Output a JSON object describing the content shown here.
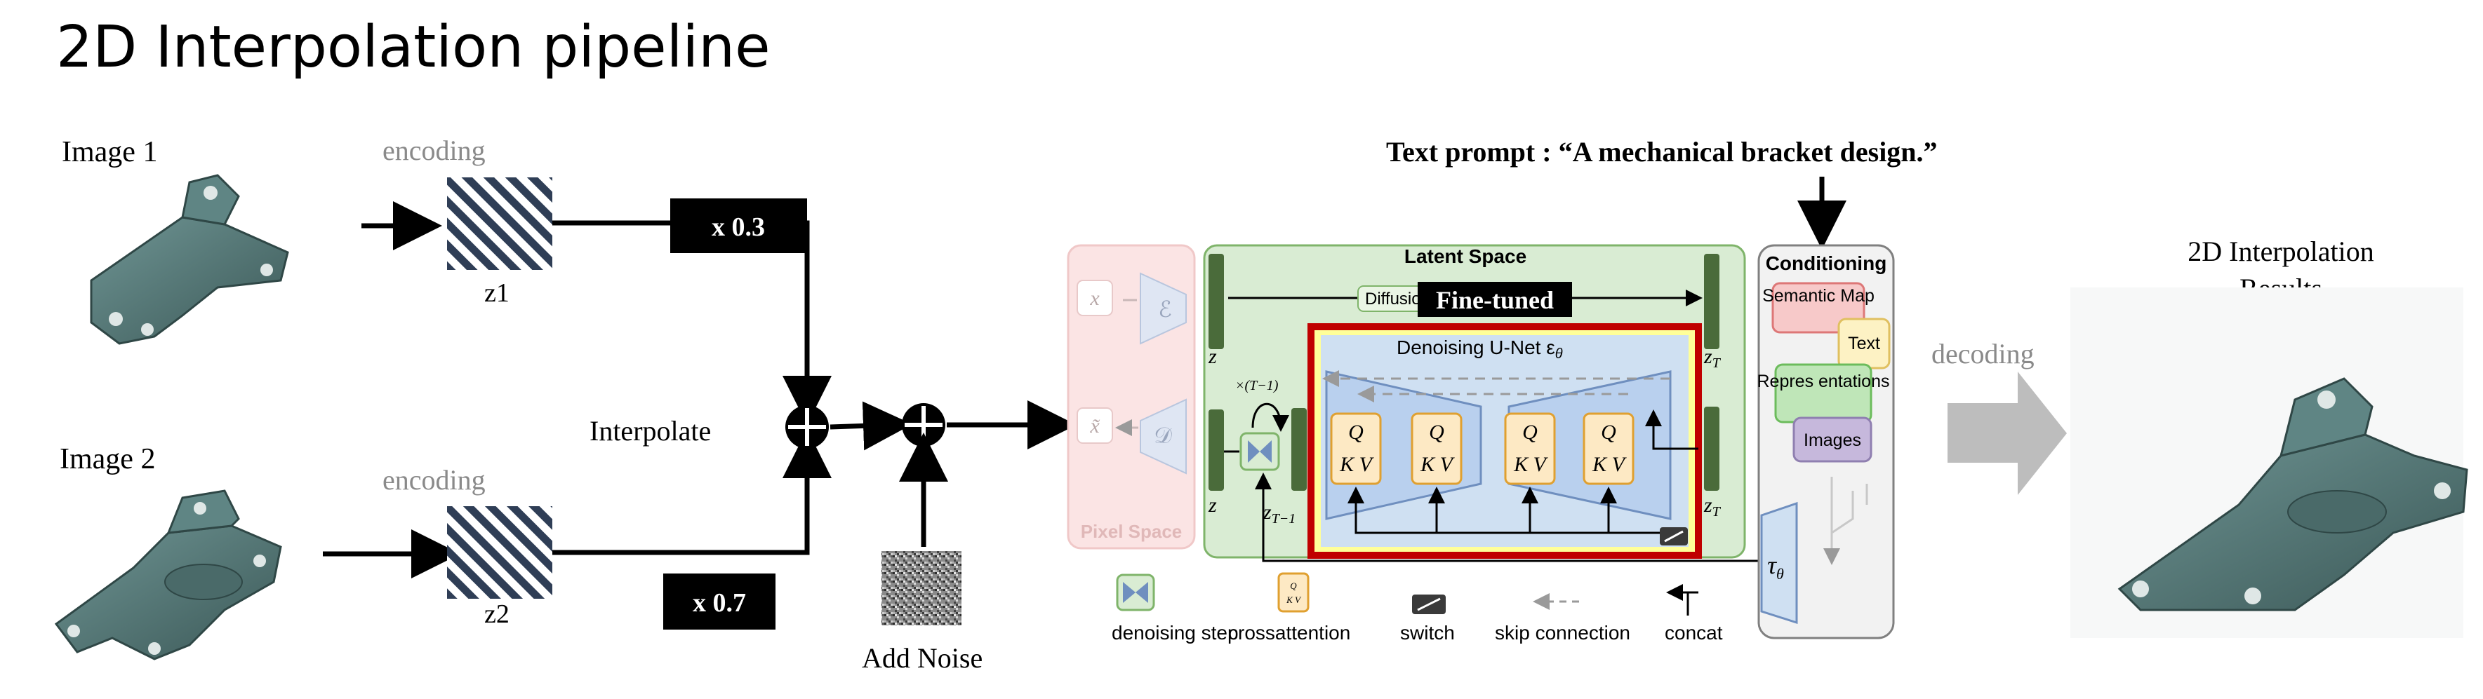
{
  "title": "2D Interpolation pipeline",
  "inputs": {
    "image1_label": "Image 1",
    "image2_label": "Image 2",
    "encoding1": "encoding",
    "encoding2": "encoding",
    "z1": "z1",
    "z2": "z2",
    "weight1": "x 0.3",
    "weight2": "x 0.7",
    "interpolate": "Interpolate",
    "add_noise": "Add Noise"
  },
  "ldm": {
    "text_prompt": "Text prompt : “A mechanical bracket design.”",
    "latent_space": "Latent Space",
    "pixel_space": "Pixel Space",
    "conditioning": "Conditioning",
    "fine_tuned": "Fine-tuned",
    "diffusion_process": "Diffusion Process",
    "unet_label": "Denoising U-Net ε",
    "unet_sub": "θ",
    "x": "x",
    "x_tilde": "x̃",
    "enc_E": "ℰ",
    "dec_D": "𝒟",
    "z": "z",
    "z_T": "z",
    "z_T_sub": "T",
    "z_T1": "z",
    "z_T1_sub": "T−1",
    "times": "×(T−1)",
    "tau": "τ",
    "tau_sub": "θ",
    "q": "Q",
    "kv": "K V",
    "cond_items": [
      "Semantic Map",
      "Text",
      "Repres entations",
      "Images"
    ],
    "legend": [
      "denoising step",
      "crossattention",
      "switch",
      "skip connection",
      "concat"
    ]
  },
  "output": {
    "decoding": "decoding",
    "results_line1": "2D Interpolation",
    "results_line2": "Results"
  },
  "colors": {
    "latent_fill": "#d9ecd3",
    "latent_stroke": "#7fb46a",
    "pixel_fill": "#fbe4e4",
    "unet_fill": "#c9dcf2",
    "finetune_red": "#c00000",
    "finetune_yellow": "#ffff66",
    "qkv_fill": "#fde9c4",
    "qkv_stroke": "#e0a030",
    "block_green": "#4a6b3a",
    "gray_text": "#8a8a8a",
    "bracket_teal": "#4c6e6d"
  }
}
